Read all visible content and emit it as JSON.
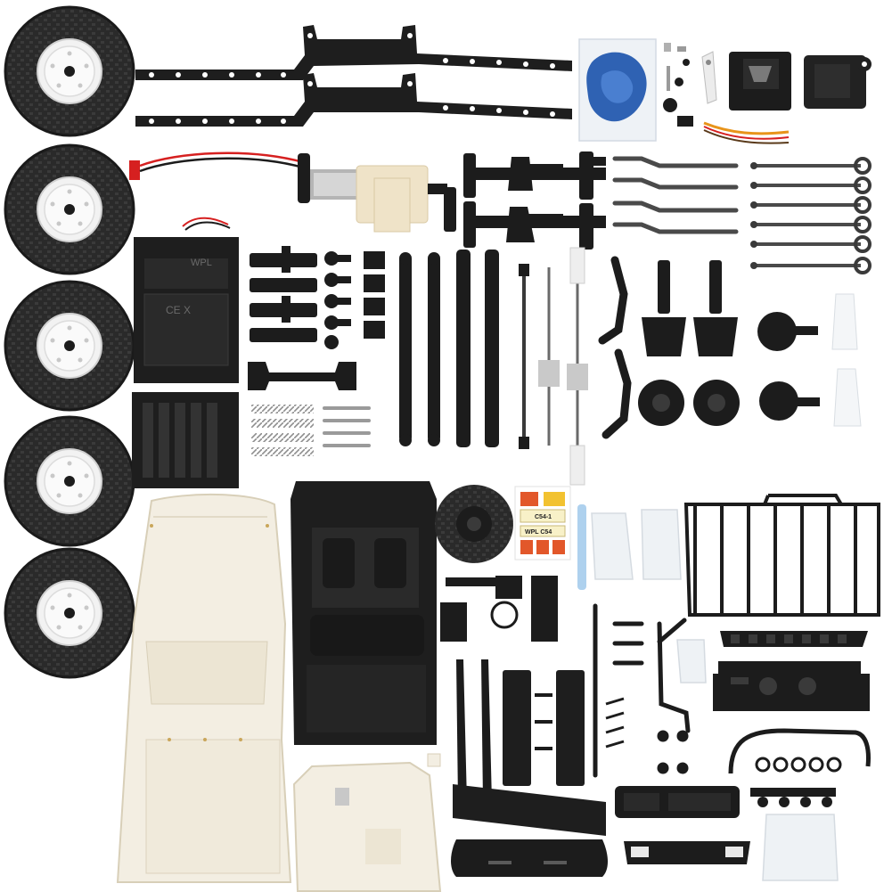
{
  "image": {
    "stickers": {
      "plate_top": "C54-1",
      "plate_bottom": "WPL C54"
    },
    "battery_box": {
      "brand_mark": "WPL",
      "cert_mark": "CE X"
    },
    "colors": {
      "background": "#ffffff",
      "plastic_black": "#1c1c1c",
      "tire_rubber": "#2a2a2a",
      "rim_white": "#f2f2f2",
      "body_shell": "#f3eee2",
      "motor_cream": "#efe3c8",
      "wire_red": "#d62020",
      "wire_orange": "#e8941a",
      "grease_blue": "#2f62b3",
      "clear_part": "#e9eef2",
      "metal_grey": "#9a9a9a"
    }
  }
}
